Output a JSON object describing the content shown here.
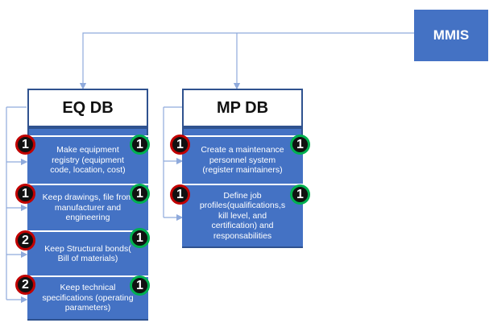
{
  "mmis": {
    "label": "MMIS"
  },
  "eq_db": {
    "title": "EQ DB",
    "items": [
      {
        "text": "Make equipment registry (equipment code, location, cost)",
        "left_badge": "1",
        "right_badge": "1"
      },
      {
        "text": "Keep drawings, file from manufacturer and engineering",
        "left_badge": "1",
        "right_badge": "1"
      },
      {
        "text": "Keep Structural bonds( Bill of materials)",
        "left_badge": "2",
        "right_badge": "1"
      },
      {
        "text": "Keep technical specifications (operating parameters)",
        "left_badge": "2",
        "right_badge": "1"
      }
    ]
  },
  "mp_db": {
    "title": "MP DB",
    "items": [
      {
        "text": "Create a maintenance personnel system (register maintainers)",
        "left_badge": "1",
        "right_badge": "1"
      },
      {
        "text": "Define job profiles(qualifications,s kill level, and certification) and responsabilities",
        "left_badge": "1",
        "right_badge": "1"
      }
    ]
  },
  "colors": {
    "box_fill": "#4472c4",
    "box_border": "#2f528f",
    "connector": "#8faadc",
    "badge_fill": "#111111",
    "badge_ring_red": "#c00000",
    "badge_ring_green": "#00b050"
  }
}
